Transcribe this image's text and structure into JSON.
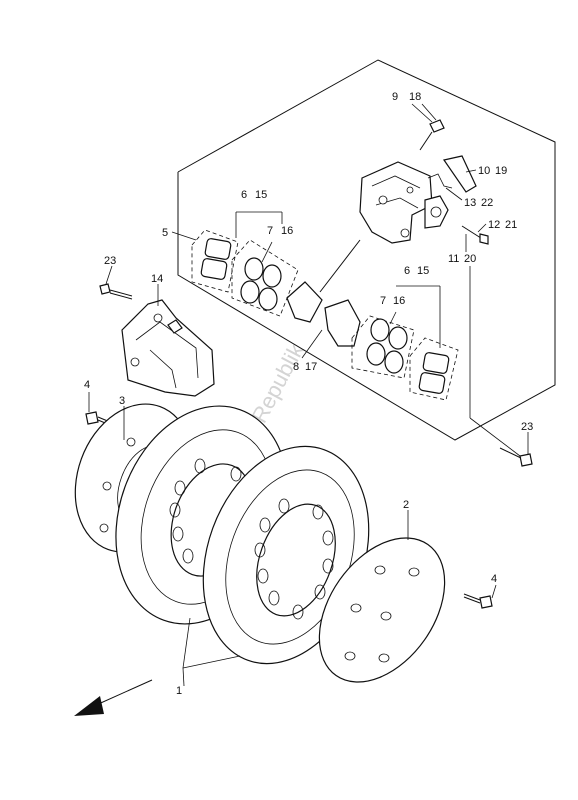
{
  "watermark": "PartsRepublik",
  "callouts": {
    "c1": "1",
    "c2": "2",
    "c3": "3",
    "c4a": "4",
    "c4b": "4",
    "c5": "5",
    "c6a": "6",
    "c15a": "15",
    "c7a": "7",
    "c16a": "16",
    "c6b": "6",
    "c15b": "15",
    "c7b": "7",
    "c16b": "16",
    "c8": "8",
    "c17": "17",
    "c9": "9",
    "c18": "18",
    "c10": "10",
    "c19": "19",
    "c11": "11",
    "c20": "20",
    "c12": "12",
    "c21": "21",
    "c13": "13",
    "c22": "22",
    "c14": "14",
    "c23a": "23",
    "c23b": "23"
  }
}
